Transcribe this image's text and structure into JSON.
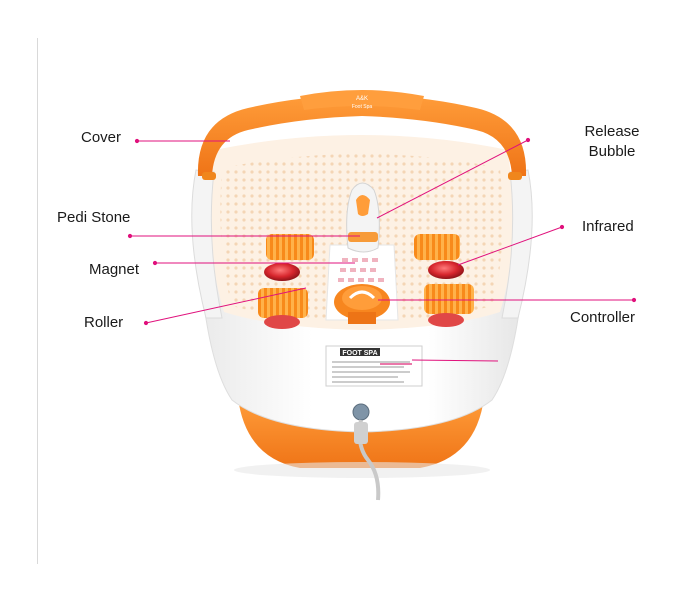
{
  "labels": {
    "cover": "Cover",
    "pedi_stone": "Pedi Stone",
    "magnet": "Magnet",
    "roller": "Roller",
    "release_bubble_line1": "Release",
    "release_bubble_line2": "Bubble",
    "infrared": "Infrared",
    "controller": "Controller"
  },
  "product": {
    "panel_title": "FOOT SPA",
    "lid_brand_line1": "A&K",
    "lid_brand_line2": "Foot Spa"
  },
  "colors": {
    "accent_orange": "#f58220",
    "leader_line": "#e0117c",
    "tub_white": "#ffffff",
    "basin_cream": "#fbe9d6",
    "infrared_red": "#d7262d"
  }
}
